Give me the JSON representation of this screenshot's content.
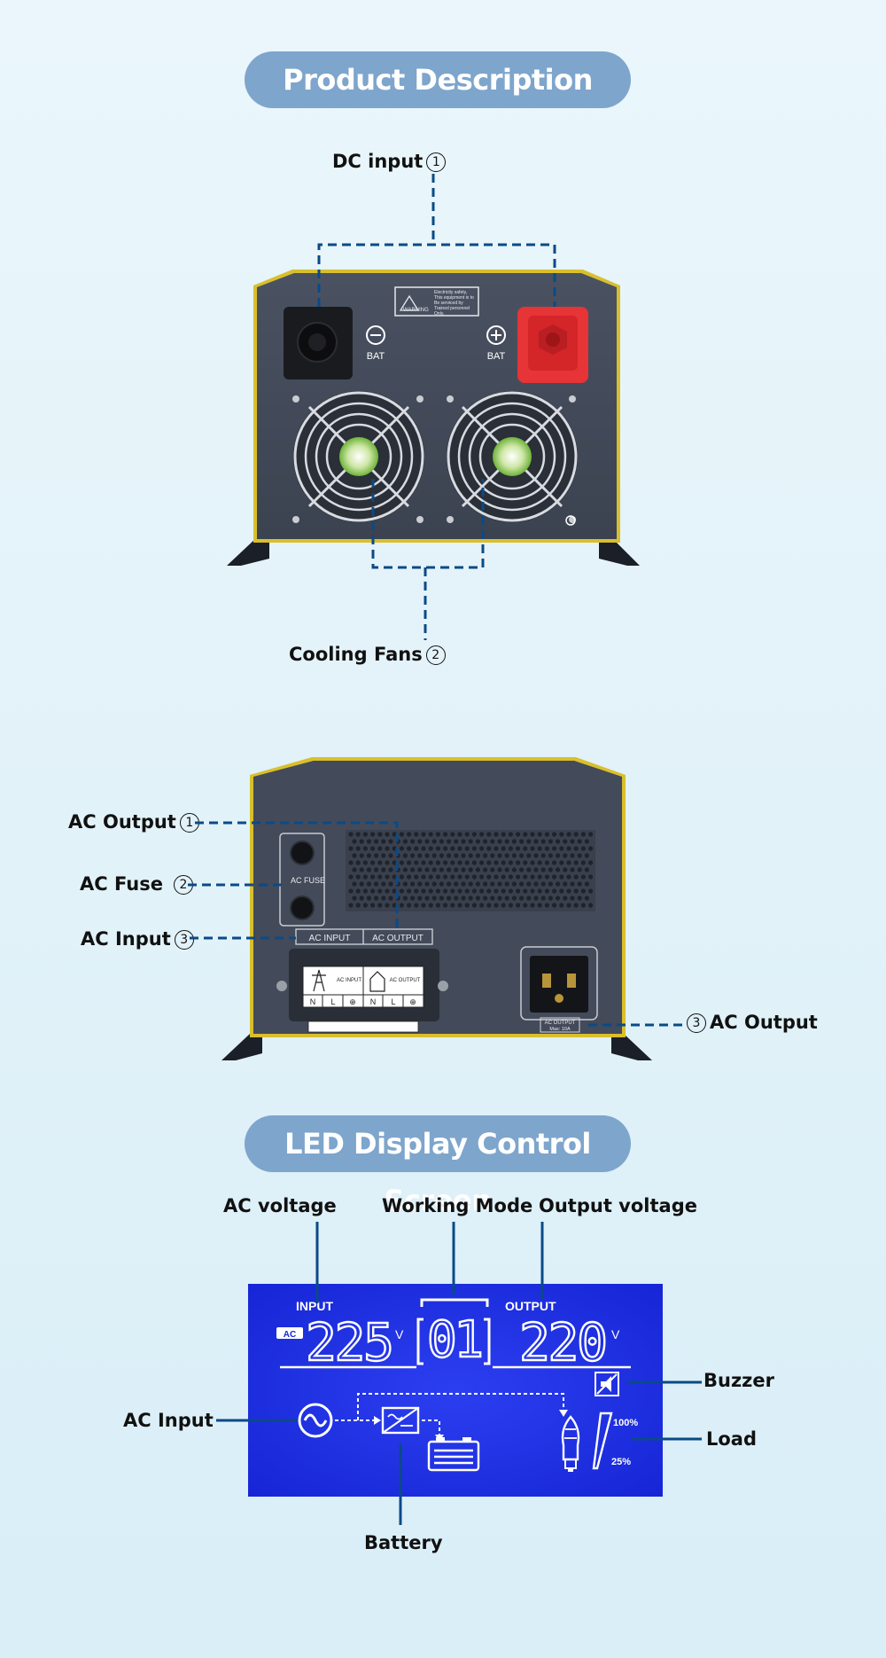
{
  "headers": {
    "product_description": "Product Description",
    "led_display": "LED Display Control Screen"
  },
  "top_view": {
    "dc_input": "DC input",
    "dc_input_num": "1",
    "cooling_fans": "Cooling Fans",
    "cooling_fans_num": "2",
    "terminal_neg": "BAT",
    "terminal_pos": "BAT",
    "warning_label": "WARNING",
    "warning_text": [
      "Electricity safety,",
      "This equipment is to",
      "Be serviced by",
      "Trained personnel",
      "Only."
    ]
  },
  "back_view": {
    "ac_output_left": "AC Output",
    "ac_output_left_num": "1",
    "ac_fuse": "AC Fuse",
    "ac_fuse_num": "2",
    "ac_input": "AC Input",
    "ac_input_num": "3",
    "ac_output_right": "AC Output",
    "ac_output_right_num": "3",
    "panel_ac": "AC",
    "panel_fuse": "FUSE",
    "panel_ac_input": "AC INPUT",
    "panel_ac_output": "AC OUTPUT",
    "terminal_letters": [
      "N",
      "L",
      "⊕",
      "N",
      "L",
      "⊕"
    ],
    "socket_label": "AC OUTPUT",
    "socket_max": "Max: 10A",
    "block_input": "AC INPUT",
    "block_output": "AC OUTPUT"
  },
  "lcd": {
    "ac_voltage_label": "AC voltage",
    "working_mode_label": "Working Mode",
    "output_voltage_label": "Output voltage",
    "buzzer_label": "Buzzer",
    "load_label": "Load",
    "ac_input_label": "AC Input",
    "battery_label": "Battery",
    "input_tag": "INPUT",
    "output_tag": "OUTPUT",
    "ac_badge": "AC",
    "input_value": "225",
    "input_unit": "V",
    "mode_value": "01",
    "output_value": "220",
    "output_unit": "V",
    "load_high": "100%",
    "load_low": "25%"
  }
}
